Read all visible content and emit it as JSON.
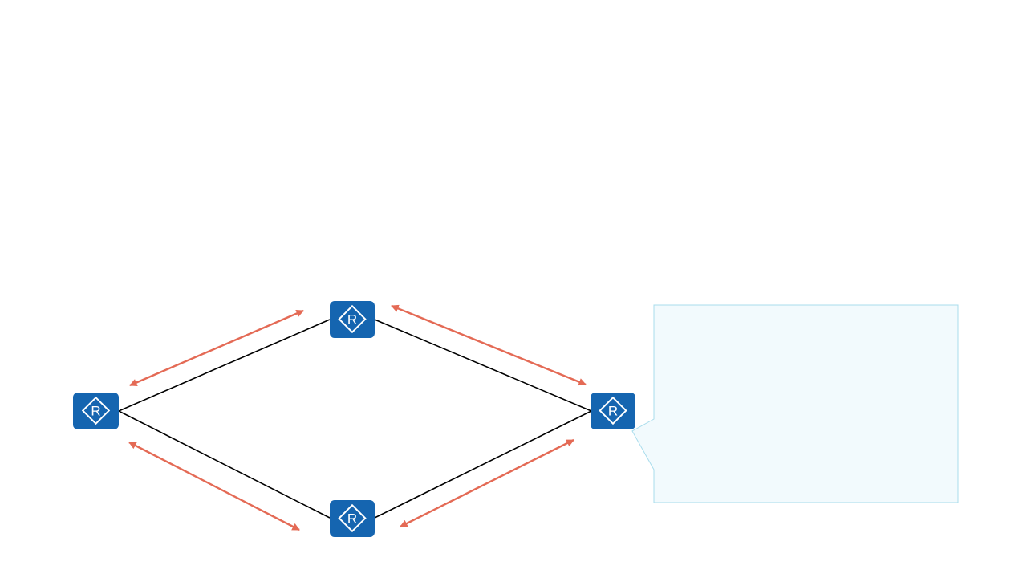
{
  "diagram": {
    "colors": {
      "router_fill": "#1565b0",
      "router_symbol": "#ffffff",
      "link": "#000000",
      "arrow": "#e46a55",
      "callout_fill": "#f2fafd",
      "callout_border": "#a8dcec"
    },
    "routers": [
      {
        "id": "router-left",
        "icon": "router-icon",
        "symbol": "R"
      },
      {
        "id": "router-top",
        "icon": "router-icon",
        "symbol": "R"
      },
      {
        "id": "router-right",
        "icon": "router-icon",
        "symbol": "R"
      },
      {
        "id": "router-bottom",
        "icon": "router-icon",
        "symbol": "R"
      }
    ],
    "links": [
      {
        "from": "router-left",
        "to": "router-top"
      },
      {
        "from": "router-top",
        "to": "router-right"
      },
      {
        "from": "router-left",
        "to": "router-bottom"
      },
      {
        "from": "router-bottom",
        "to": "router-right"
      }
    ],
    "callout": {
      "text": ""
    }
  }
}
